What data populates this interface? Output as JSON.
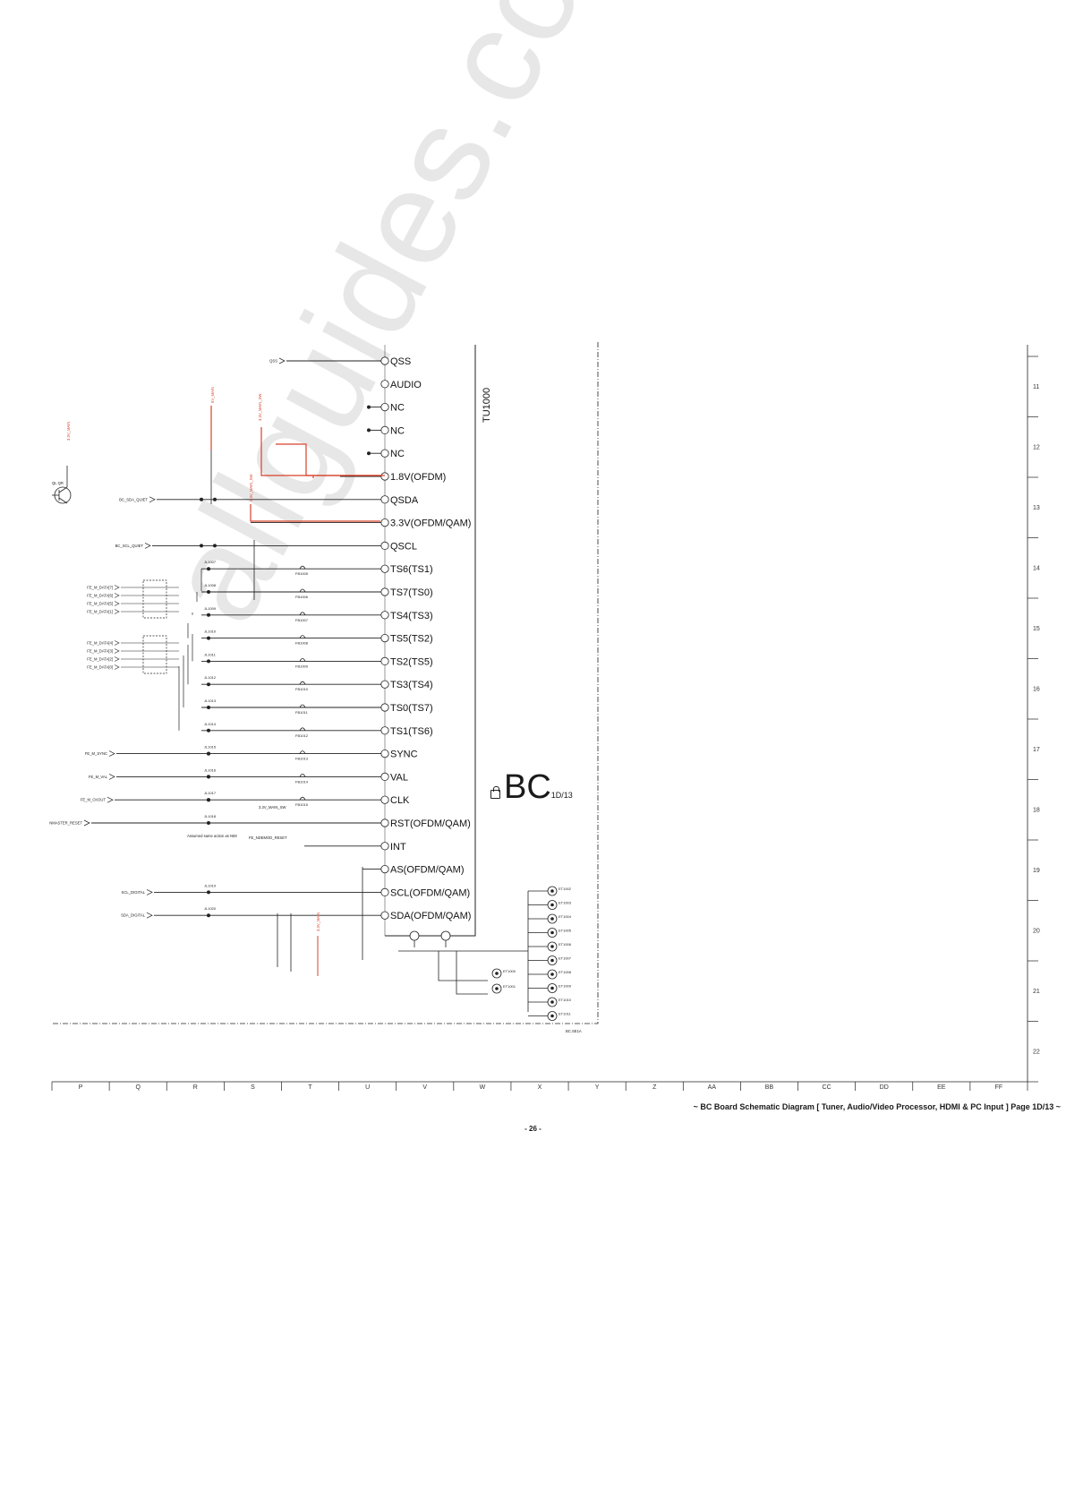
{
  "diagram": {
    "component_ref": "TU1000",
    "board_badge": "BC",
    "board_badge_sub": "1D/13",
    "sheet_ref": "BC.SE1A",
    "footer": "~ BC Board Schematic Diagram [ Tuner, Audio/Video Processor, HDMI & PC Input ] Page 1D/13 ~",
    "page_number": "- 26 -",
    "watermark": "allguides.com",
    "pins": [
      "QSS",
      "AUDIO",
      "NC",
      "NC",
      "NC",
      "1.8V(OFDM)",
      "QSDA",
      "3.3V(OFDM/QAM)",
      "QSCL",
      "TS6(TS1)",
      "TS7(TS0)",
      "TS4(TS3)",
      "TS5(TS2)",
      "TS2(TS5)",
      "TS3(TS4)",
      "TS0(TS7)",
      "TS1(TS6)",
      "SYNC",
      "VAL",
      "CLK",
      "RST(OFDM/QAM)",
      "INT",
      "AS(OFDM/QAM)",
      "SCL(OFDM/QAM)",
      "SDA(OFDM/QAM)"
    ],
    "left_signals": [
      {
        "label": "QSS",
        "pin": 0
      },
      {
        "label": "BC_SDA_QUIET",
        "pin": 6
      },
      {
        "label": "BC_SCL_QUIET",
        "pin": 8
      },
      {
        "label": "FE_M_SYNC",
        "pin": 17
      },
      {
        "label": "FE_M_VAL",
        "pin": 18
      },
      {
        "label": "FE_M_CKOUT",
        "pin": 19
      },
      {
        "label": "NMASTER_RESET",
        "pin": 20
      },
      {
        "label": "SCL_DIGITAL",
        "pin": 23
      },
      {
        "label": "SDA_DIGITAL",
        "pin": 24
      }
    ],
    "data_bus_inputs": [
      "FE_M_DATA[7]",
      "FE_M_DATA[6]",
      "FE_M_DATA[5]",
      "FE_M_DATA[1]",
      "FE_M_DATA[4]",
      "FE_M_DATA[3]",
      "FE_M_DATA[2]",
      "FE_M_DATA[0]"
    ],
    "jumpers": [
      "JL1007",
      "JL1008",
      "JL1009",
      "JL1010",
      "JL1011",
      "JL1012",
      "JL1013",
      "JL1014",
      "JL1015",
      "JL1016",
      "JL1017",
      "JL1018",
      "JL1019",
      "JL1020"
    ],
    "ferrites": [
      "FB1005",
      "FB1006",
      "FB1007",
      "FB1008",
      "FB1009",
      "FB1010",
      "FB1011",
      "FB1012",
      "FB1013",
      "FB1014",
      "FB1015"
    ],
    "power_labels": [
      "3.3V_MAIN",
      "5V_MAIN",
      "3.3V_MAIN_SW",
      "3.3V_MAIN_SW",
      "3.3V_MAIN"
    ],
    "annotation": "Assumed same action as NIM",
    "net_labels": [
      "3.3V_MAIN_SW",
      "FE_NDEMOD_RESET"
    ],
    "transistor": "QL QR",
    "test_points": [
      "ET1000",
      "ET1001",
      "ET1002",
      "ET1003",
      "ET1004",
      "ET1005",
      "ET1006",
      "ET1007",
      "ET1008",
      "ET1009",
      "ET1010",
      "ET1011"
    ],
    "row_numbers": [
      "11",
      "12",
      "13",
      "14",
      "15",
      "16",
      "17",
      "18",
      "19",
      "20",
      "21",
      "22"
    ],
    "column_letters": [
      "P",
      "Q",
      "R",
      "S",
      "T",
      "U",
      "V",
      "W",
      "X",
      "Y",
      "Z",
      "AA",
      "BB",
      "CC",
      "DD",
      "EE",
      "FF"
    ]
  }
}
